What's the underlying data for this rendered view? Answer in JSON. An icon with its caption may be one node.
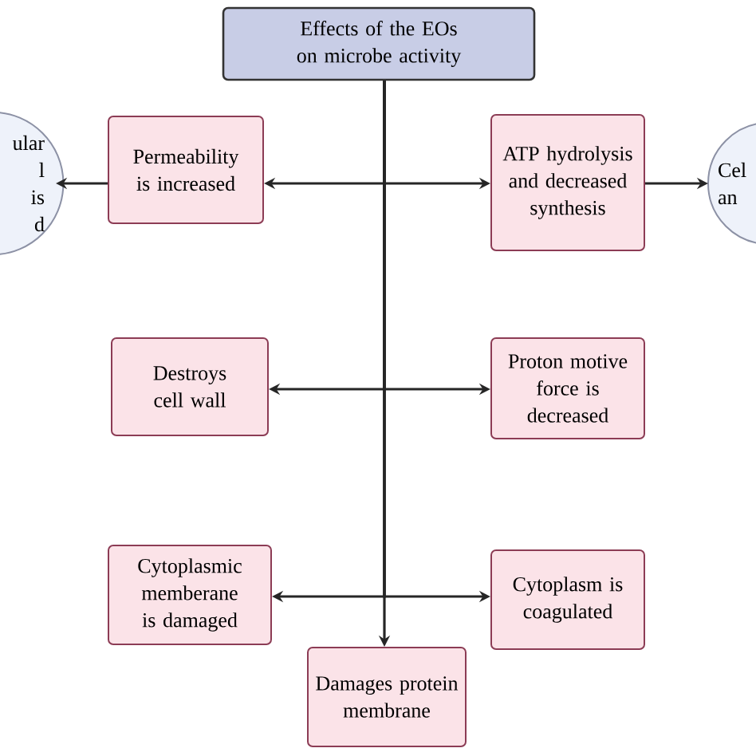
{
  "diagram": {
    "nodes": [
      {
        "text": [
          "Effects of the EOs on microbe activity"
        ]
      },
      {
        "text": [
          "ular l is d"
        ]
      },
      {
        "text": [
          "Permeability is increased"
        ]
      },
      {
        "text": [
          "ATP hydrolysis and decreased synthesis"
        ]
      },
      {
        "text": [
          "Cel an"
        ]
      },
      {
        "text": [
          "Destroys cell wall"
        ]
      },
      {
        "text": [
          "Proton motive force is decreased"
        ]
      },
      {
        "text": [
          "Cytoplasmic memberane is damaged"
        ]
      },
      {
        "text": [
          "Cytoplasm is coagulated"
        ]
      },
      {
        "text": [
          "Damages protein membrane"
        ]
      }
    ],
    "edges": [
      {
        "from": 0,
        "to": 2,
        "arrow": "to"
      },
      {
        "from": 0,
        "to": 3,
        "arrow": "to"
      },
      {
        "from": 0,
        "to": 5,
        "arrow": "to"
      },
      {
        "from": 0,
        "to": 6,
        "arrow": "to"
      },
      {
        "from": 0,
        "to": 7,
        "arrow": "to"
      },
      {
        "from": 0,
        "to": 8,
        "arrow": "to"
      },
      {
        "from": 0,
        "to": 9,
        "arrow": "to"
      },
      {
        "from": 2,
        "to": 1,
        "arrow": "to"
      },
      {
        "from": 3,
        "to": 4,
        "arrow": "to"
      }
    ]
  }
}
